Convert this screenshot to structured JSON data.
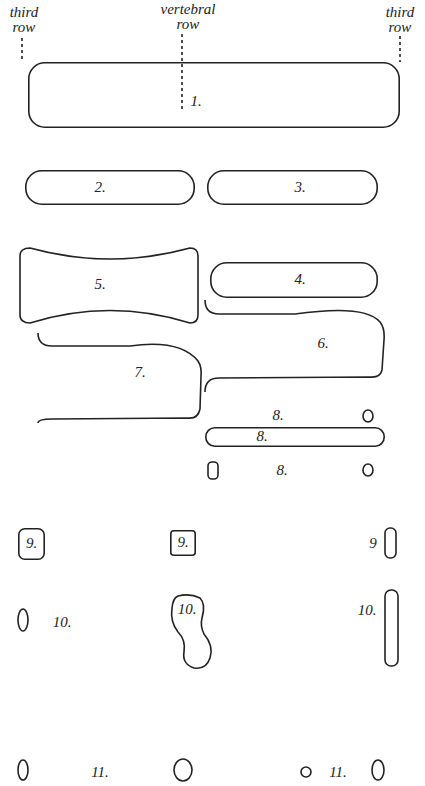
{
  "diagram": {
    "nodes": [
      {
        "text": [
          "1."
        ]
      },
      {
        "text": [
          "2."
        ]
      },
      {
        "text": [
          "3."
        ]
      },
      {
        "text": [
          "5."
        ]
      },
      {
        "text": [
          "4."
        ]
      },
      {
        "text": [
          "6."
        ]
      },
      {
        "text": [
          "7."
        ]
      },
      {
        "text": [
          "8."
        ]
      },
      {
        "text": [
          "9."
        ]
      },
      {
        "text": [
          "9."
        ]
      },
      {
        "text": [
          "10."
        ]
      }
    ],
    "labels": [
      "third row",
      "vertebral row",
      "third row",
      "8.",
      "8.",
      "9",
      "10.",
      "10.",
      "11.",
      "11."
    ]
  }
}
